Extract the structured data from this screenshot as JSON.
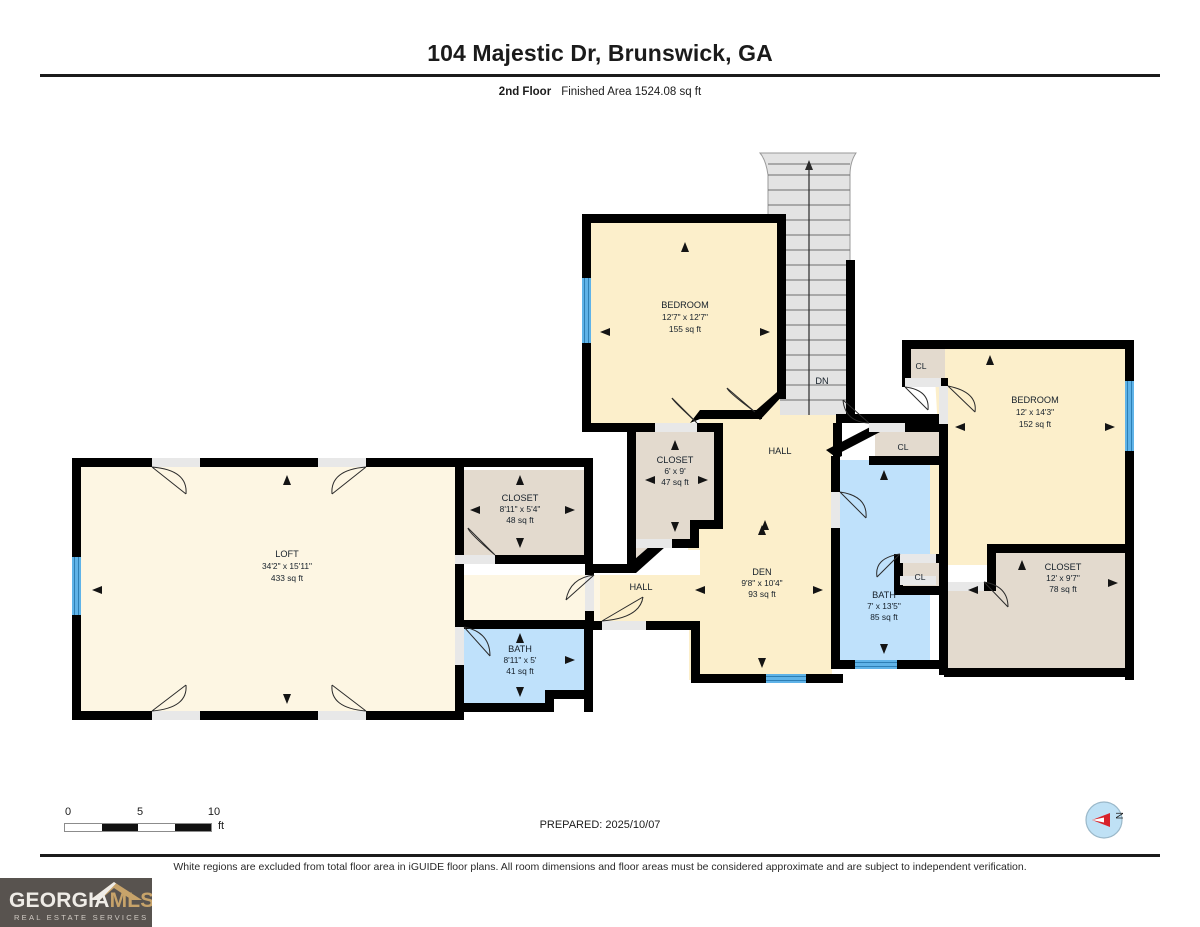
{
  "header": {
    "title": "104 Majestic Dr, Brunswick, GA",
    "floor_label": "2nd Floor",
    "area_text": "Finished Area 1524.08 sq ft"
  },
  "footer": {
    "prepared": "PREPARED: 2025/10/07",
    "disclaimer": "White regions are excluded from total floor area in iGUIDE floor plans. All room dimensions and floor areas must be considered approximate and are subject to independent verification."
  },
  "scalebar": {
    "tick_0": "0",
    "tick_5": "5",
    "tick_10": "10",
    "unit": "ft"
  },
  "compass": {
    "north_label": "N"
  },
  "logo": {
    "brand_first": "GEORGIA",
    "brand_second": "MLS",
    "tagline": "REAL ESTATE SERVICES"
  },
  "colors": {
    "living": "#FCEFCB",
    "loft": "#FDF6E3",
    "closet": "#E3DACE",
    "bath": "#BFE1FB",
    "wall": "#000000",
    "window": "#4FA8DE",
    "stair": "#E3E3E3"
  },
  "rooms": [
    {
      "id": "bedroom-upper",
      "name": "BEDROOM",
      "dimensions": "12'7\" x 12'7\"",
      "area": "155 sq ft",
      "fill": "living"
    },
    {
      "id": "bedroom-right",
      "name": "BEDROOM",
      "dimensions": "12' x 14'3\"",
      "area": "152 sq ft",
      "fill": "living"
    },
    {
      "id": "loft",
      "name": "LOFT",
      "dimensions": "34'2\" x 15'11\"",
      "area": "433 sq ft",
      "fill": "loft"
    },
    {
      "id": "closet-loft",
      "name": "CLOSET",
      "dimensions": "8'11\" x 5'4\"",
      "area": "48 sq ft",
      "fill": "closet"
    },
    {
      "id": "bath-loft",
      "name": "BATH",
      "dimensions": "8'11\" x 5'",
      "area": "41 sq ft",
      "fill": "bath"
    },
    {
      "id": "closet-center",
      "name": "CLOSET",
      "dimensions": "6' x 9'",
      "area": "47 sq ft",
      "fill": "closet"
    },
    {
      "id": "den",
      "name": "DEN",
      "dimensions": "9'8\" x 10'4\"",
      "area": "93 sq ft",
      "fill": "living"
    },
    {
      "id": "bath-main",
      "name": "BATH",
      "dimensions": "7' x 13'5\"",
      "area": "85 sq ft",
      "fill": "bath"
    },
    {
      "id": "closet-right",
      "name": "CLOSET",
      "dimensions": "12' x 9'7\"",
      "area": "78 sq ft",
      "fill": "closet"
    }
  ],
  "labels": {
    "hall_upper": "HALL",
    "hall_lower": "HALL",
    "stair_direction": "DN",
    "cl_top": "CL",
    "cl_middle": "CL",
    "cl_bottom": "CL"
  }
}
